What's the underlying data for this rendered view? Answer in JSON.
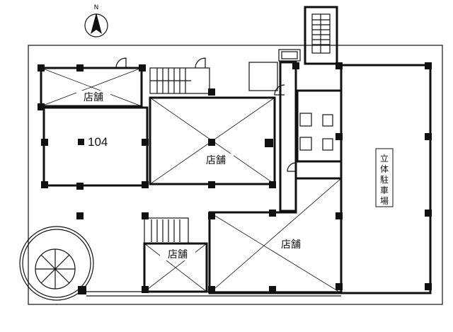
{
  "compass": {
    "label": "N"
  },
  "rooms": [
    {
      "key": "store_nw",
      "label": "店舗"
    },
    {
      "key": "unit_104",
      "label": "104"
    },
    {
      "key": "store_center",
      "label": "店舗"
    },
    {
      "key": "store_small",
      "label": "店舗"
    },
    {
      "key": "store_south",
      "label": "店舗"
    }
  ],
  "parking": {
    "label": "立体駐車場",
    "chars": [
      "立",
      "体",
      "駐",
      "車",
      "場"
    ]
  }
}
